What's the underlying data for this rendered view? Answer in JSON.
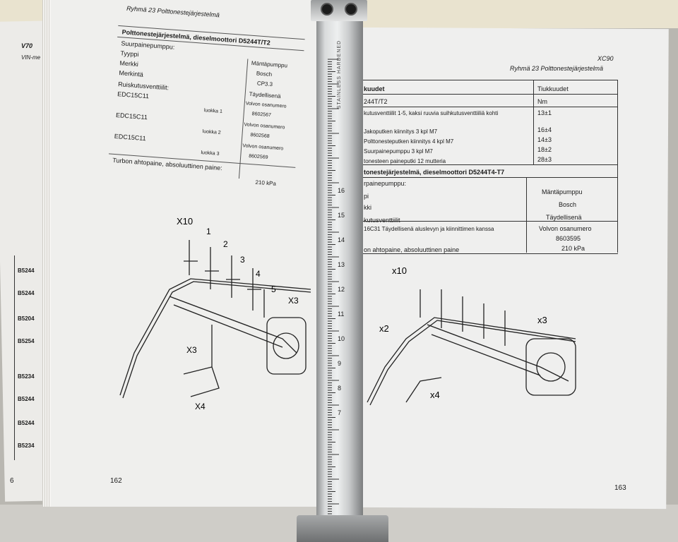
{
  "left_side_page": {
    "model": "V70",
    "subtitle": "VIN-me",
    "rows": [
      "B5244",
      "B5244",
      "B5204",
      "B5254",
      "B5234",
      "B5244",
      "B5244",
      "B5234"
    ],
    "page_number": "6"
  },
  "left_page": {
    "group_title": "Ryhmä 23 Polttonestejärjestelmä",
    "section_title": "Polttonestejärjestelmä, dieselmoottori D5244T/T2",
    "rows": [
      {
        "label": "Suurpainepumppu:",
        "value": ""
      },
      {
        "label": "Tyyppi",
        "value": "Mäntäpumppu"
      },
      {
        "label": "Merkki",
        "value": "Bosch"
      },
      {
        "label": "Merkintä",
        "value": "CP3.3"
      },
      {
        "label": "Ruiskutusventtiilit:",
        "value": "Täydellisenä"
      },
      {
        "label": "EDC15C11",
        "value": "Volvon osanumero"
      },
      {
        "label": "",
        "value": "8602567",
        "class": "luokka 1"
      },
      {
        "label": "EDC15C11",
        "value": "Volvon osanumero"
      },
      {
        "label": "",
        "value": "8602568",
        "class": "luokka 2"
      },
      {
        "label": "EDC15C11",
        "value": "Volvon osanumero"
      },
      {
        "label": "",
        "value": "8602569",
        "class": "luokka 3"
      },
      {
        "label": "Turbon ahtopaine, absoluuttinen paine:",
        "value": "210 kPa"
      }
    ],
    "diagram_labels": [
      "X10",
      "1",
      "2",
      "3",
      "4",
      "5",
      "X3",
      "X3",
      "X4"
    ],
    "page_number": "162"
  },
  "right_page": {
    "model": "XC90",
    "group_title": "Ryhmä 23 Polttonestejärjestelmä",
    "header_left": "kuudet",
    "header_right": "Tiukkuudet",
    "subheader_left": "244T/T2",
    "subheader_right": "Nm",
    "torque_rows": [
      {
        "label": "kutusventtiilit 1-5, kaksi ruuvia suihkutusventtiiliä kohti",
        "value": "13±1"
      },
      {
        "label": "Jakoputken kiinnitys 3 kpl M7",
        "value": "16±4"
      },
      {
        "label": "Polttonesteputken kiinnitys 4 kpl M7",
        "value": "14±3"
      },
      {
        "label": "Suurpainepumppu 3 kpl M7",
        "value": "18±2"
      },
      {
        "label": "tonesteen paineputki 12 mutteria",
        "value": "28±3"
      }
    ],
    "section_title": "tonestejärjestelmä, dieselmoottori D5244T4-T7",
    "spec_rows": [
      {
        "label": "rpainepumppu:",
        "value": ""
      },
      {
        "label": "pi",
        "value": "Mäntäpumppu"
      },
      {
        "label": "kki",
        "value": "Bosch"
      },
      {
        "label": "kutusventtiilit",
        "value": "Täydellisenä"
      },
      {
        "label": "16C31 Täydellisenä aluslevyn ja kiinnittimen kanssa",
        "value": "Volvon osanumero"
      },
      {
        "label": "",
        "value": "8603595"
      },
      {
        "label": "on ahtopaine, absoluuttinen paine",
        "value": "210 kPa"
      }
    ],
    "diagram_labels": [
      "x10",
      "x2",
      "x3",
      "x4"
    ],
    "page_number": "163"
  },
  "ruler": {
    "brand_text": "STAINLESS HARDENED",
    "numbers": [
      "16",
      "15",
      "14",
      "13",
      "12",
      "11",
      "10",
      "9",
      "8",
      "7"
    ]
  }
}
